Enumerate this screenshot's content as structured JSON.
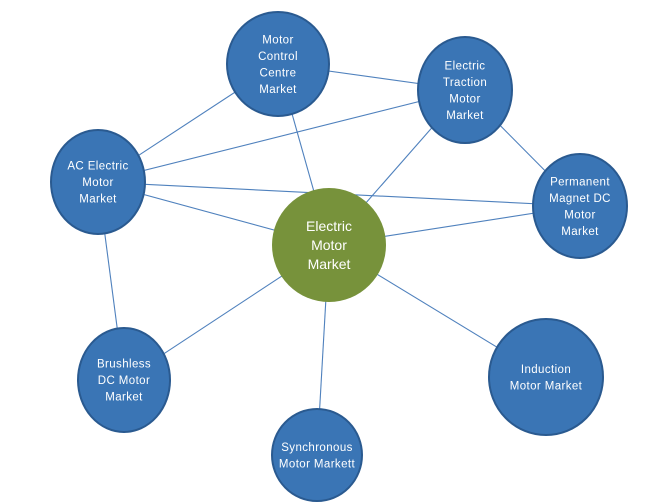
{
  "diagram": {
    "title": "Electric Motor Market relationship map",
    "colors": {
      "edge": "#4f81bd",
      "node_fill": "#3a75b5",
      "node_border": "#2a5a90",
      "center_fill": "#77923b",
      "text": "#ffffff"
    },
    "center": {
      "id": "electric-motor-market",
      "lines": [
        "Electric",
        "Motor",
        "Market"
      ]
    },
    "nodes": [
      {
        "id": "motor-control-centre-market",
        "lines": [
          "Motor",
          "Control",
          "Centre",
          "Market"
        ]
      },
      {
        "id": "electric-traction-motor-market",
        "lines": [
          "Electric",
          "Traction",
          "Motor",
          "Market"
        ]
      },
      {
        "id": "ac-electric-motor-market",
        "lines": [
          "AC Electric",
          "Motor",
          "Market"
        ]
      },
      {
        "id": "permanent-magnet-dc-motor-market",
        "lines": [
          "Permanent",
          "Magnet DC",
          "Motor",
          "Market"
        ]
      },
      {
        "id": "brushless-dc-motor-market",
        "lines": [
          "Brushless",
          "DC Motor",
          "Market"
        ]
      },
      {
        "id": "synchronous-motor-market",
        "lines": [
          "Synchronous",
          "Motor Markett"
        ]
      },
      {
        "id": "induction-motor-market",
        "lines": [
          "Induction",
          "Motor Market"
        ]
      }
    ],
    "edges": [
      [
        "motor-control-centre-market",
        "electric-traction-motor-market"
      ],
      [
        "motor-control-centre-market",
        "ac-electric-motor-market"
      ],
      [
        "motor-control-centre-market",
        "electric-motor-market"
      ],
      [
        "electric-traction-motor-market",
        "ac-electric-motor-market"
      ],
      [
        "electric-traction-motor-market",
        "electric-motor-market"
      ],
      [
        "electric-traction-motor-market",
        "permanent-magnet-dc-motor-market"
      ],
      [
        "ac-electric-motor-market",
        "permanent-magnet-dc-motor-market"
      ],
      [
        "ac-electric-motor-market",
        "electric-motor-market"
      ],
      [
        "ac-electric-motor-market",
        "brushless-dc-motor-market"
      ],
      [
        "permanent-magnet-dc-motor-market",
        "electric-motor-market"
      ],
      [
        "brushless-dc-motor-market",
        "electric-motor-market"
      ],
      [
        "synchronous-motor-market",
        "electric-motor-market"
      ],
      [
        "induction-motor-market",
        "electric-motor-market"
      ]
    ]
  }
}
